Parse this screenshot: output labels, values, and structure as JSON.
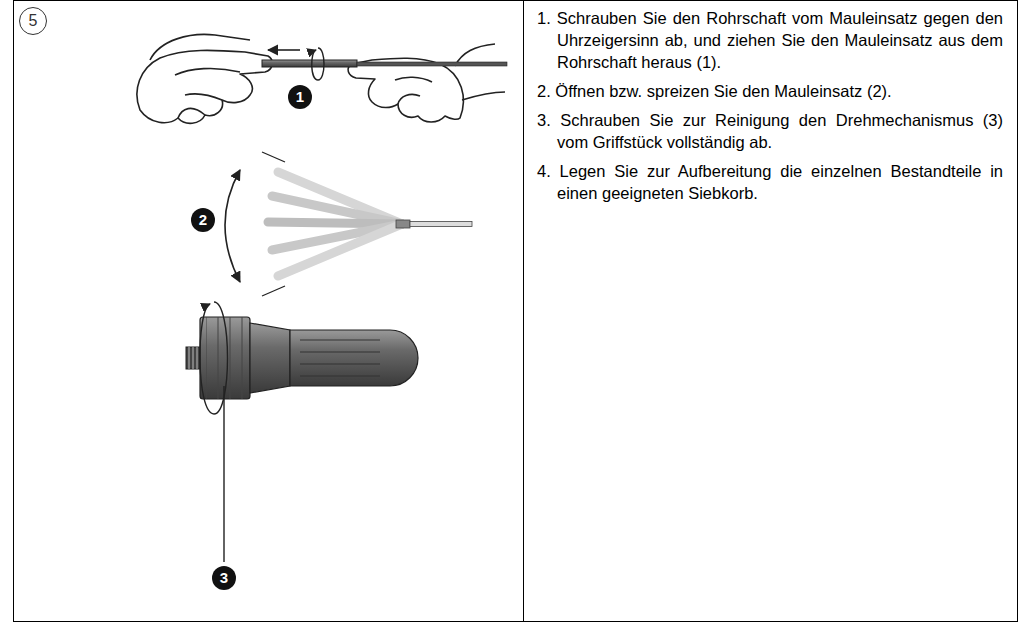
{
  "diagram": {
    "labels": [
      "5",
      "1",
      "2",
      "3",
      "1. Schrauben Sie den Rohrschaft vom Mauleinsatz gegen den Uhrzeigersinn ab, und ziehen Sie den Mauleinsatz aus dem Rohrschaft heraus (1).",
      "2. Öffnen bzw. spreizen Sie den Mauleinsatz (2).",
      "3. Schrauben Sie zur Reinigung den Drehmechanismus (3) vom Griffstück vollständig ab.",
      "4. Legen Sie zur Aufbereitung die einzelnen Bestandteile in einen geeigneten Siebkorb."
    ]
  }
}
